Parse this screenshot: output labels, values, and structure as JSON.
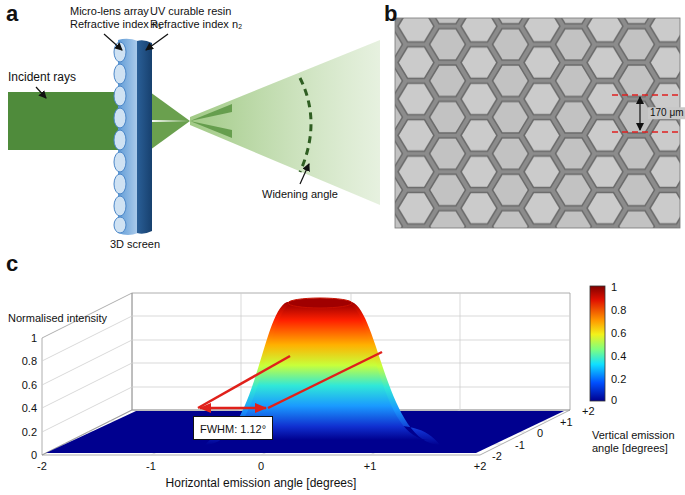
{
  "diagram": {
    "nodes": [
      {
        "text": [
          "FWHM: 1.12°"
        ]
      }
    ],
    "labels": [
      "a",
      "Micro-lens array",
      "Refractive index n₁",
      "UV curable resin",
      "Refractive index n₂",
      "Incident rays",
      "Widening angle",
      "3D screen",
      "b",
      "170 μm",
      "c",
      "Normalised intensity",
      "1",
      "0.8",
      "0.6",
      "0.4",
      "0.2",
      "0",
      "1",
      "0.8",
      "0.6",
      "0.4",
      "0.2",
      "0",
      "-2",
      "-1",
      "0",
      "+1",
      "+2",
      "Horizontal emission angle [degrees]",
      "+2",
      "+1",
      "0",
      "-1",
      "-2",
      "Vertical emission angle [degrees]"
    ]
  }
}
